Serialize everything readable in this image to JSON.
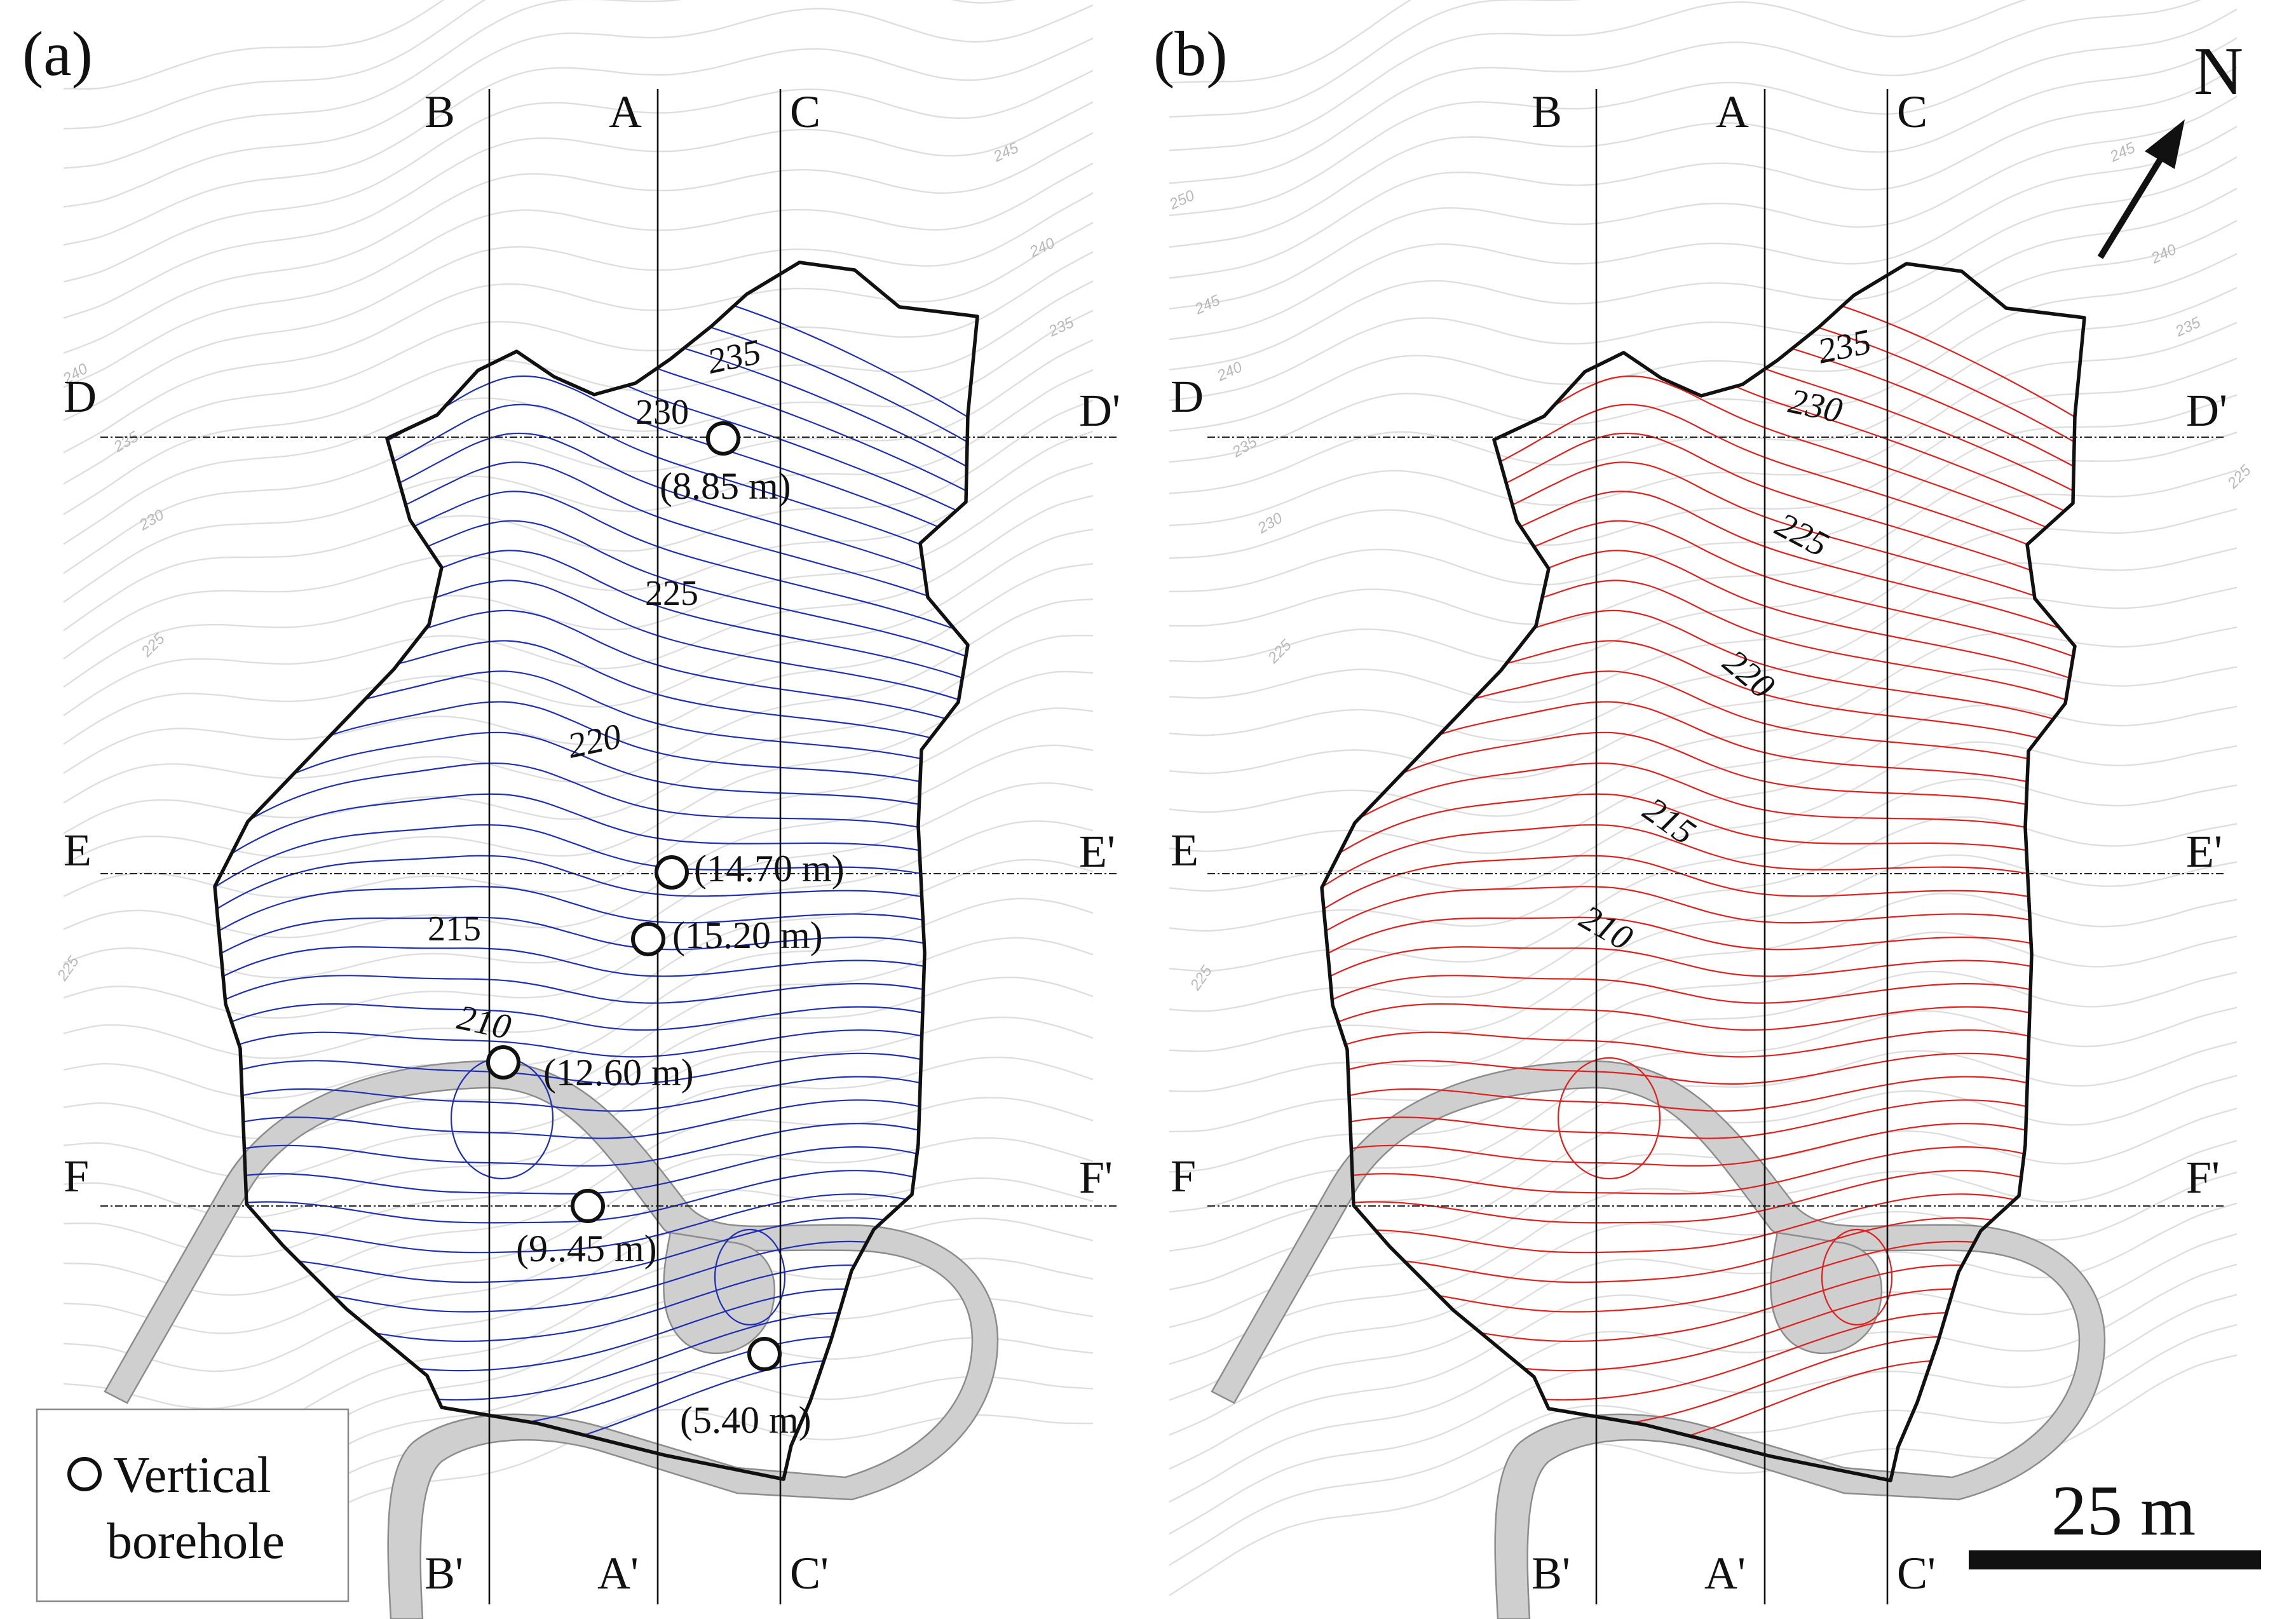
{
  "panels": [
    {
      "id": "a",
      "label": "(a)",
      "contour_color": "#1f2fb4",
      "section_labels": {
        "top": [
          "B",
          "A",
          "C"
        ],
        "bottom": [
          "B'",
          "A'",
          "C'"
        ],
        "left": [
          "D",
          "E",
          "F"
        ],
        "right": [
          "D'",
          "E'",
          "F'"
        ]
      },
      "contour_labels": [
        "235",
        "230",
        "225",
        "220",
        "215",
        "210"
      ],
      "boreholes": [
        "(8.85 m)",
        "(14.70 m)",
        "(15.20 m)",
        "(12.60 m)",
        "(9..45 m)",
        "(5.40 m)"
      ],
      "topo_labels": [
        "245",
        "240",
        "235",
        "240",
        "235",
        "230",
        "225",
        "225"
      ]
    },
    {
      "id": "b",
      "label": "(b)",
      "contour_color": "#e0201c",
      "section_labels": {
        "top": [
          "B",
          "A",
          "C"
        ],
        "bottom": [
          "B'",
          "A'",
          "C'"
        ],
        "left": [
          "D",
          "E",
          "F"
        ],
        "right": [
          "D'",
          "E'",
          "F'"
        ]
      },
      "contour_labels": [
        "235",
        "230",
        "225",
        "220",
        "215",
        "210"
      ],
      "topo_labels": [
        "250",
        "245",
        "240",
        "245",
        "240",
        "235",
        "235",
        "230",
        "225",
        "225",
        "225"
      ]
    }
  ],
  "legend": {
    "line1": "Vertical",
    "line2": "borehole",
    "symbol": "borehole-circle"
  },
  "north_label": "N",
  "scale_bar_label": "25 m",
  "colors": {
    "panel_a_contours": "#1f2fb4",
    "panel_b_contours": "#e0201c",
    "topo_lines": "#dedede",
    "road": "#cfcfcf"
  }
}
